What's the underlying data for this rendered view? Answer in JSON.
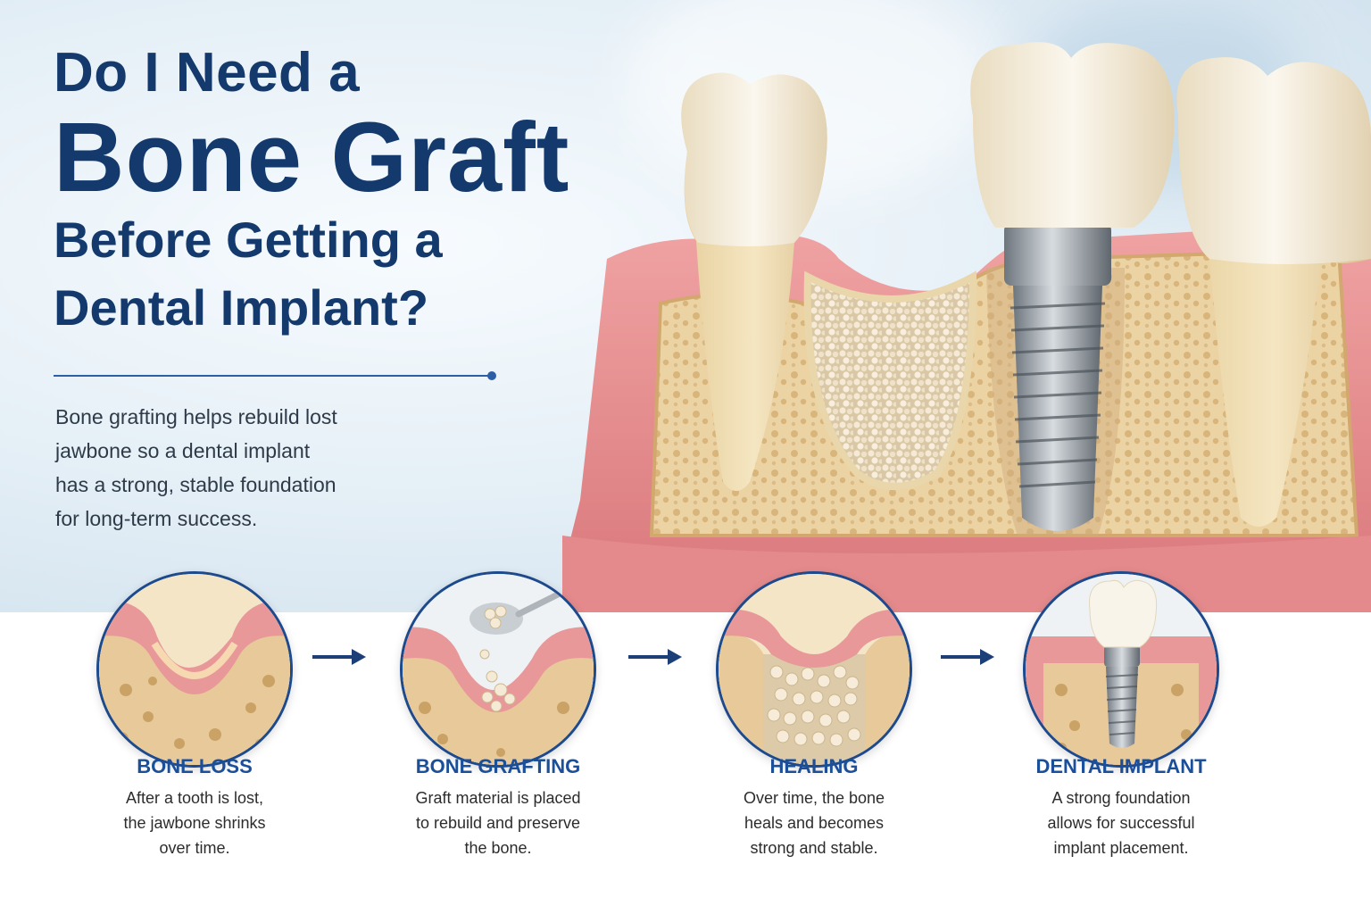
{
  "header": {
    "title_line1": "Do I Need a",
    "title_line2": "Bone Graft",
    "title_line3": "Before Getting a",
    "title_line4": "Dental Implant?",
    "intro_lines": [
      "Bone grafting helps rebuild lost",
      "jawbone so a dental implant",
      "has a strong, stable foundation",
      "for long-term success."
    ]
  },
  "steps": [
    {
      "title": "BONE LOSS",
      "lines": [
        "After a tooth is lost,",
        "the jawbone shrinks",
        "over time."
      ],
      "icon": "bone-loss-illustration"
    },
    {
      "title": "BONE GRAFTING",
      "lines": [
        "Graft material is placed",
        "to rebuild and preserve",
        "the bone."
      ],
      "icon": "bone-grafting-illustration"
    },
    {
      "title": "HEALING",
      "lines": [
        "Over time, the bone",
        "heals and becomes",
        "strong and stable."
      ],
      "icon": "healing-illustration"
    },
    {
      "title": "DENTAL IMPLANT",
      "lines": [
        "A strong foundation",
        "allows for successful",
        "implant placement."
      ],
      "icon": "dental-implant-illustration"
    }
  ],
  "colors": {
    "title": "#13396d",
    "step_title": "#1b4f99",
    "accent": "#2d5fa6",
    "gum": "#e58c8e",
    "bone": "#efd9b0",
    "tooth": "#f8f4ea",
    "metal": "#9aa2aa"
  }
}
